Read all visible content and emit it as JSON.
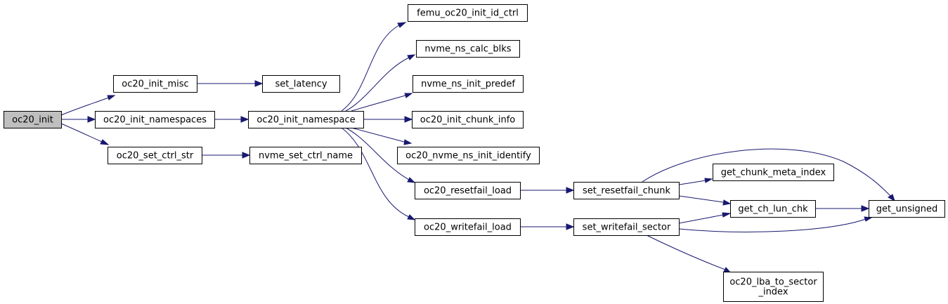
{
  "colors": {
    "edge": "#191970",
    "root_fill": "#bfbfbf",
    "node_fill": "#ffffff",
    "border": "#000000"
  },
  "nodes": [
    {
      "id": "oc20_init",
      "lines": [
        "oc20_init"
      ],
      "root": true
    },
    {
      "id": "oc20_init_misc",
      "lines": [
        "oc20_init_misc"
      ]
    },
    {
      "id": "oc20_init_namespaces",
      "lines": [
        "oc20_init_namespaces"
      ]
    },
    {
      "id": "oc20_set_ctrl_str",
      "lines": [
        "oc20_set_ctrl_str"
      ]
    },
    {
      "id": "set_latency",
      "lines": [
        "set_latency"
      ]
    },
    {
      "id": "oc20_init_namespace",
      "lines": [
        "oc20_init_namespace"
      ]
    },
    {
      "id": "nvme_set_ctrl_name",
      "lines": [
        "nvme_set_ctrl_name"
      ]
    },
    {
      "id": "femu_oc20_init_id_ctrl",
      "lines": [
        "femu_oc20_init_id_ctrl"
      ]
    },
    {
      "id": "nvme_ns_calc_blks",
      "lines": [
        "nvme_ns_calc_blks"
      ]
    },
    {
      "id": "nvme_ns_init_predef",
      "lines": [
        "nvme_ns_init_predef"
      ]
    },
    {
      "id": "oc20_init_chunk_info",
      "lines": [
        "oc20_init_chunk_info"
      ]
    },
    {
      "id": "oc20_nvme_ns_init_identify",
      "lines": [
        "oc20_nvme_ns_init_identify"
      ]
    },
    {
      "id": "oc20_resetfail_load",
      "lines": [
        "oc20_resetfail_load"
      ]
    },
    {
      "id": "oc20_writefail_load",
      "lines": [
        "oc20_writefail_load"
      ]
    },
    {
      "id": "set_resetfail_chunk",
      "lines": [
        "set_resetfail_chunk"
      ]
    },
    {
      "id": "set_writefail_sector",
      "lines": [
        "set_writefail_sector"
      ]
    },
    {
      "id": "get_chunk_meta_index",
      "lines": [
        "get_chunk_meta_index"
      ]
    },
    {
      "id": "get_ch_lun_chk",
      "lines": [
        "get_ch_lun_chk"
      ]
    },
    {
      "id": "get_unsigned",
      "lines": [
        "get_unsigned"
      ]
    },
    {
      "id": "oc20_lba_to_sector_index",
      "lines": [
        "oc20_lba_to_sector",
        "_index"
      ]
    }
  ],
  "edges": [
    {
      "from": "oc20_init",
      "to": "oc20_init_misc"
    },
    {
      "from": "oc20_init",
      "to": "oc20_init_namespaces"
    },
    {
      "from": "oc20_init",
      "to": "oc20_set_ctrl_str"
    },
    {
      "from": "oc20_init_misc",
      "to": "set_latency"
    },
    {
      "from": "oc20_init_namespaces",
      "to": "oc20_init_namespace"
    },
    {
      "from": "oc20_set_ctrl_str",
      "to": "nvme_set_ctrl_name"
    },
    {
      "from": "oc20_init_namespace",
      "to": "femu_oc20_init_id_ctrl"
    },
    {
      "from": "oc20_init_namespace",
      "to": "nvme_ns_calc_blks"
    },
    {
      "from": "oc20_init_namespace",
      "to": "nvme_ns_init_predef"
    },
    {
      "from": "oc20_init_namespace",
      "to": "oc20_init_chunk_info"
    },
    {
      "from": "oc20_init_namespace",
      "to": "oc20_nvme_ns_init_identify"
    },
    {
      "from": "oc20_init_namespace",
      "to": "oc20_resetfail_load"
    },
    {
      "from": "oc20_init_namespace",
      "to": "oc20_writefail_load"
    },
    {
      "from": "oc20_resetfail_load",
      "to": "set_resetfail_chunk"
    },
    {
      "from": "oc20_writefail_load",
      "to": "set_writefail_sector"
    },
    {
      "from": "set_resetfail_chunk",
      "to": "get_chunk_meta_index"
    },
    {
      "from": "set_resetfail_chunk",
      "to": "get_ch_lun_chk"
    },
    {
      "from": "set_resetfail_chunk",
      "to": "get_unsigned"
    },
    {
      "from": "set_writefail_sector",
      "to": "get_ch_lun_chk"
    },
    {
      "from": "set_writefail_sector",
      "to": "get_unsigned"
    },
    {
      "from": "set_writefail_sector",
      "to": "oc20_lba_to_sector_index"
    },
    {
      "from": "get_ch_lun_chk",
      "to": "get_unsigned"
    }
  ]
}
